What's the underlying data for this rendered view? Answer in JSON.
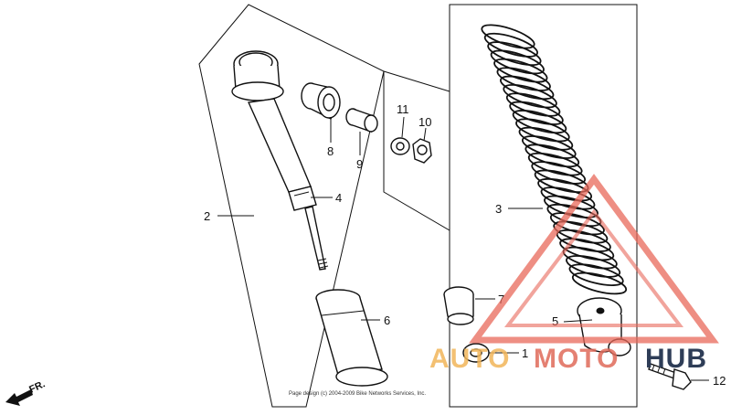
{
  "callouts": {
    "c1": "1",
    "c2": "2",
    "c3": "3",
    "c4": "4",
    "c5": "5",
    "c6": "6",
    "c7": "7",
    "c8": "8",
    "c9": "9",
    "c10": "10",
    "c11": "11",
    "c12": "12"
  },
  "front_marker": "FR.",
  "footer_note": "Page design (c) 2004-2009 Bike Networks Services, Inc.",
  "watermark": {
    "part_a": "AUTO",
    "part_b": "MOTO",
    "part_c": "HUB",
    "colors": {
      "auto": "#f2b65a",
      "moto": "#e06a5a",
      "hub": "#2e3d57",
      "triangle": "#e8685a"
    }
  }
}
